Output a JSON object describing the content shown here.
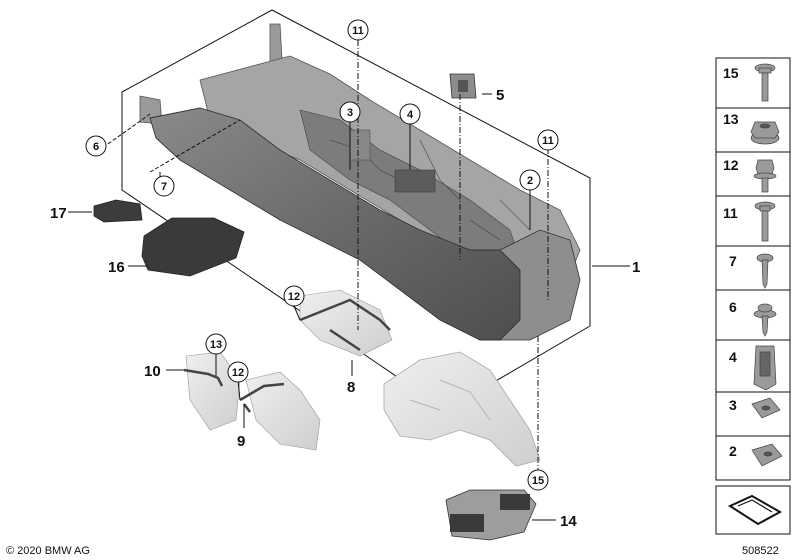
{
  "callouts": {
    "c1": "1",
    "c2": "2",
    "c3": "3",
    "c4": "4",
    "c5": "5",
    "c6": "6",
    "c7": "7",
    "c8": "8",
    "c9": "9",
    "c10": "10",
    "c11a": "11",
    "c11b": "11",
    "c12a": "12",
    "c12b": "12",
    "c13": "13",
    "c14": "14",
    "c15": "15",
    "c16": "16",
    "c17": "17"
  },
  "legend": [
    "15",
    "13",
    "12",
    "11",
    "7",
    "6",
    "4",
    "3",
    "2"
  ],
  "copyright": "© 2020 BMW AG",
  "diagram_number": "508522",
  "colors": {
    "console_dark": "#6e6e6e",
    "part_light": "#d9d9d9",
    "pad_dark": "#3c3c3c",
    "line": "#111111"
  }
}
